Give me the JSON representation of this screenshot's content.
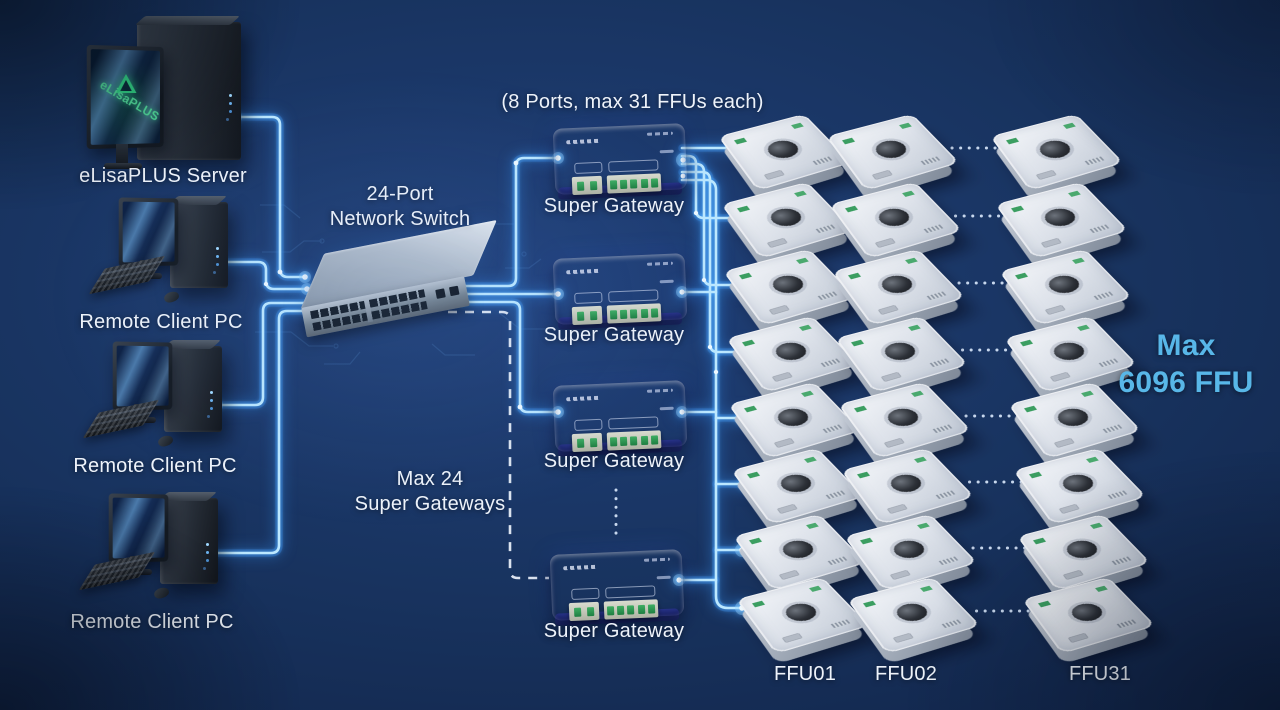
{
  "title": "FFU control network topology",
  "colors": {
    "background": "#14294e",
    "wire": "#bce8ff",
    "accent_text": "#58b7e8",
    "label_text": "#eef3fa",
    "gateway_body": "#4657d8",
    "ffu_top": "#dde2ea",
    "switch_body": "#aeb9c7",
    "logo_green": "#35d98a"
  },
  "server": {
    "label": "eLisaPLUS Server",
    "screen_logo": "eLisaPLUS"
  },
  "clients": [
    {
      "label": "Remote Client PC"
    },
    {
      "label": "Remote Client PC"
    },
    {
      "label": "Remote Client PC"
    }
  ],
  "switch": {
    "label_line1": "24-Port",
    "label_line2": "Network Switch"
  },
  "gateways": {
    "note": "(8 Ports, max 31 FFUs each)",
    "items": [
      {
        "label": "Super Gateway"
      },
      {
        "label": "Super Gateway"
      },
      {
        "label": "Super Gateway"
      },
      {
        "label": "Super Gateway"
      }
    ],
    "max_note_line1": "Max 24",
    "max_note_line2": "Super Gateways"
  },
  "ffus": {
    "rows": 8,
    "columns": 3,
    "col_labels": [
      "FFU01",
      "FFU02",
      "FFU31"
    ],
    "max_note_line1": "Max",
    "max_note_line2": "6096 FFU"
  }
}
